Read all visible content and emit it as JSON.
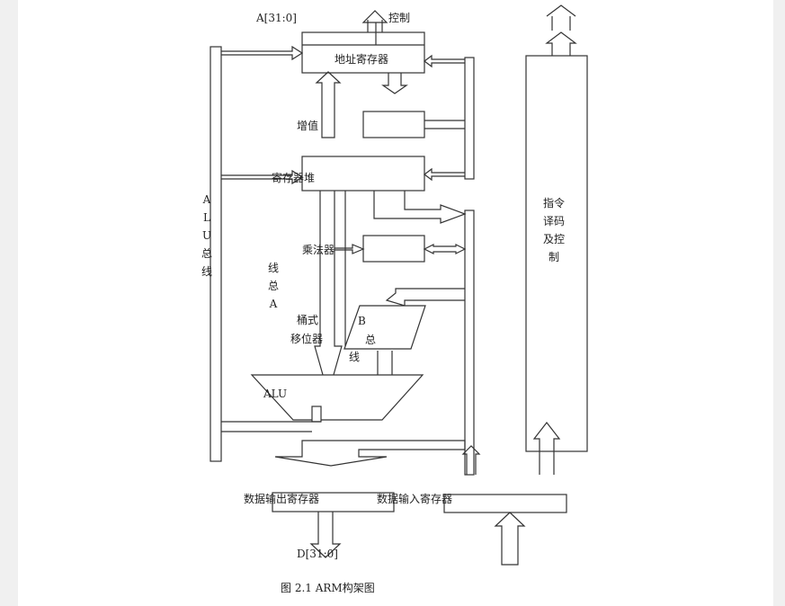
{
  "labels": {
    "address_bus": "A[31:0]",
    "control": "控制",
    "address_register": "地址寄存器",
    "increment": "增值",
    "register_file": "寄存器堆",
    "multiplier": "乘法器",
    "barrel_shifter_1": "桶式",
    "barrel_shifter_2": "移位器",
    "alu": "ALU",
    "alu_bus": "A\nL\nU\n总\n线",
    "a_bus": "线\n总\nA",
    "b_bus_b": "B",
    "b_bus_zong": "总",
    "b_bus_xian": "线",
    "instruction_decode": "指令\n译码\n及控\n制",
    "data_out_register": "数据输出寄存器",
    "data_in_register": "数据输入寄存器",
    "data_bus": "D[31:0]",
    "caption": "图  2.1  ARM构架图"
  },
  "colors": {
    "stroke": "#333333",
    "background": "#ffffff",
    "page": "#f0f0f0"
  }
}
